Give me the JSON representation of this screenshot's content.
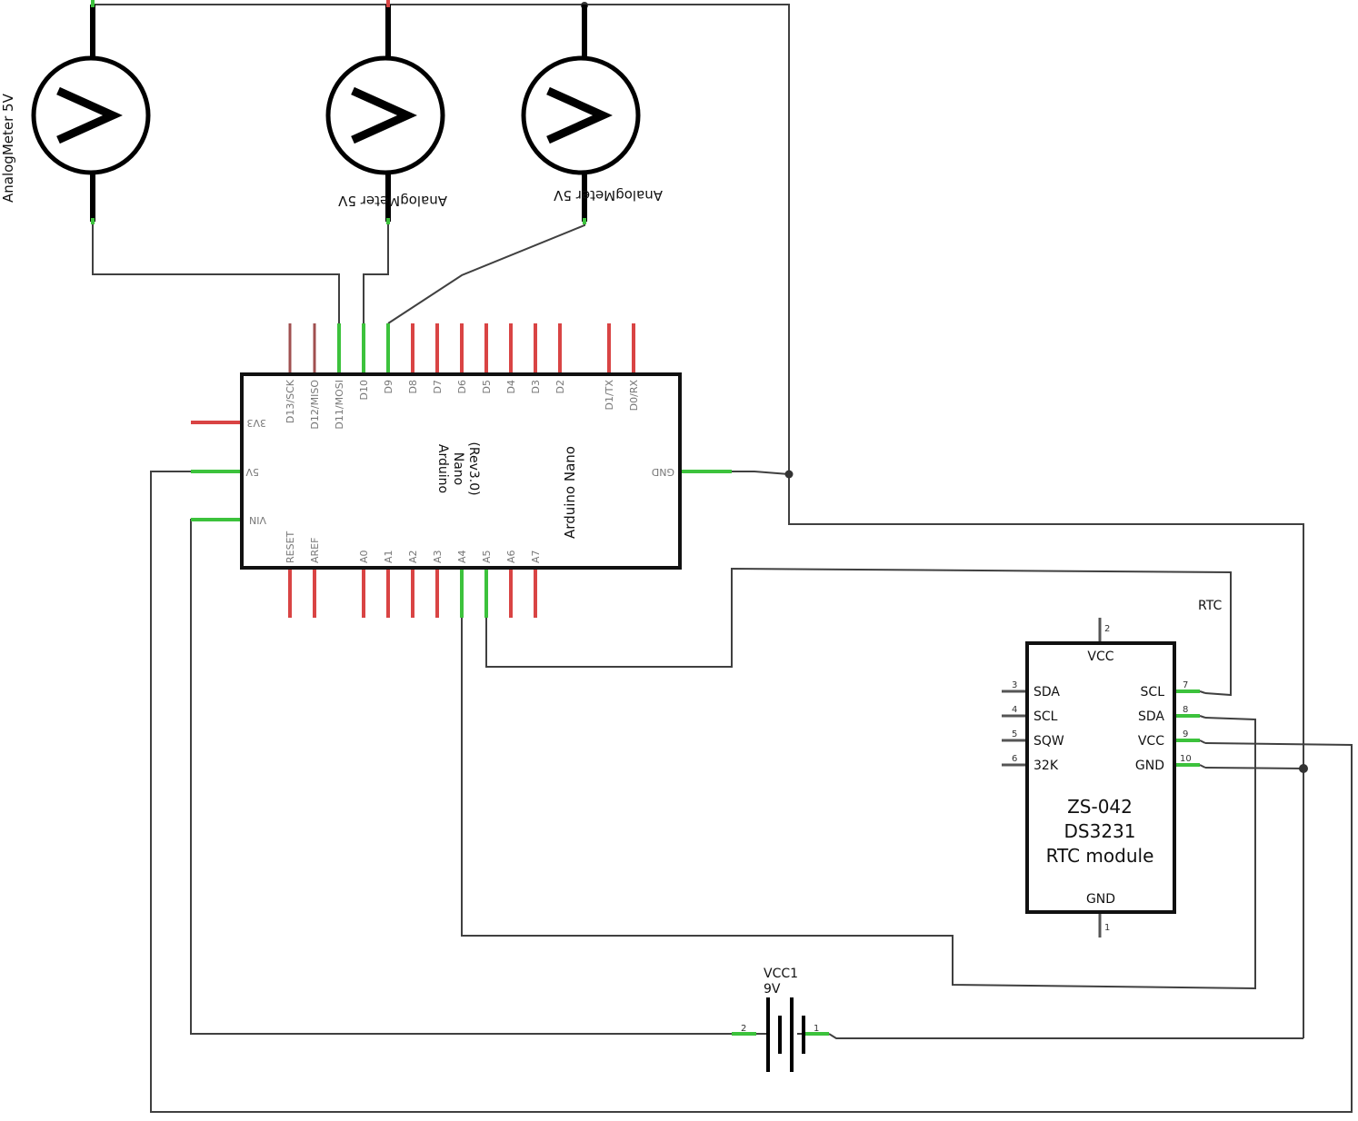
{
  "meters": [
    {
      "label": "AnalogMeter 5V"
    },
    {
      "label": "AnalogMeter 5V"
    },
    {
      "label": "AnalogMeter 5V"
    }
  ],
  "arduino": {
    "name": "Arduino Nano",
    "part_line1": "Arduino",
    "part_line2": "Nano",
    "part_line3": "(Rev3.0)",
    "top_pins": [
      "D13/SCK",
      "D12/MISO",
      "D11/MOSI",
      "D10",
      "D9",
      "D8",
      "D7",
      "D6",
      "D5",
      "D4",
      "D3",
      "D2",
      "D1/TX",
      "D0/RX"
    ],
    "bottom_pins": [
      "RESET",
      "AREF",
      "A0",
      "A1",
      "A2",
      "A3",
      "A4",
      "A5",
      "A6",
      "A7"
    ],
    "left_pins": [
      "3V3",
      "5V",
      "VIN"
    ],
    "right_pins": [
      "GND"
    ]
  },
  "rtc": {
    "label": "RTC",
    "title_line1": "ZS-042",
    "title_line2": "DS3231",
    "title_line3": "RTC module",
    "vcc_top": "VCC",
    "gnd_bottom": "GND",
    "pin_top_num": "2",
    "pin_bottom_num": "1",
    "left_pins": [
      {
        "num": "3",
        "name": "SDA"
      },
      {
        "num": "4",
        "name": "SCL"
      },
      {
        "num": "5",
        "name": "SQW"
      },
      {
        "num": "6",
        "name": "32K"
      }
    ],
    "right_pins": [
      {
        "num": "7",
        "name": "SCL"
      },
      {
        "num": "8",
        "name": "SDA"
      },
      {
        "num": "9",
        "name": "VCC"
      },
      {
        "num": "10",
        "name": "GND"
      }
    ]
  },
  "battery": {
    "name": "VCC1",
    "voltage": "9V",
    "pin_left": "2",
    "pin_right": "1"
  },
  "colors": {
    "connected_pin": "#3cc23c",
    "unconnected_pin": "#d94444",
    "wire": "#404040"
  }
}
